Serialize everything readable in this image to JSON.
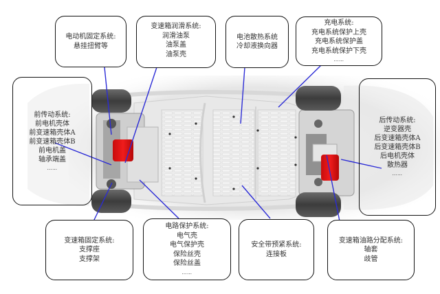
{
  "diagram": {
    "subject": "Electric vehicle chassis (top-down view) with aluminium part application callouts",
    "colors": {
      "leader_line": "#2b2bd6",
      "callout_border": "#111111",
      "highlight_component": "#e01515",
      "text": "#333333",
      "background": "#ffffff"
    }
  },
  "callouts": [
    {
      "id": "motor-mount",
      "title": "电动机固定系统:",
      "items": [
        "悬挂扭臂等"
      ],
      "more": ""
    },
    {
      "id": "gearbox-lubrication",
      "title": "变速箱润滑系统:",
      "items": [
        "润滑油泵",
        "油泵盖",
        "油泵壳"
      ],
      "more": ""
    },
    {
      "id": "battery-cooling",
      "title": "电池散热系统",
      "items": [
        "冷却液换向器"
      ],
      "more": ""
    },
    {
      "id": "charging-system",
      "title": "充电系统:",
      "items": [
        "充电系统保护上壳",
        "充电系统保护盖",
        "充电系统保护下壳"
      ],
      "more": "……"
    },
    {
      "id": "front-drive",
      "title": "前传动系统:",
      "items": [
        "前电机壳体",
        "前变速箱壳体A",
        "前变速箱壳体B",
        "前电机盖",
        "轴承端盖"
      ],
      "more": "……"
    },
    {
      "id": "rear-drive",
      "title": "后传动系统:",
      "items": [
        "逆变器壳",
        "后变速箱壳体A",
        "后变速箱壳体B",
        "后电机壳体",
        "散热器"
      ],
      "more": "……"
    },
    {
      "id": "gearbox-mount",
      "title": "变速箱固定系统:",
      "items": [
        "支撑座",
        "支撑架"
      ],
      "more": ""
    },
    {
      "id": "circuit-protection",
      "title": "电路保护系统:",
      "items": [
        "电气壳",
        "电气保护壳",
        "保险丝壳",
        "保险丝盖"
      ],
      "more": "……"
    },
    {
      "id": "seatbelt-pretensioner",
      "title": "安全带预紧系统:",
      "items": [
        "连接板"
      ],
      "more": ""
    },
    {
      "id": "gearbox-oil-distribution",
      "title": "变速箱油路分配系统:",
      "items": [
        "轴套",
        "歧管"
      ],
      "more": ""
    }
  ]
}
